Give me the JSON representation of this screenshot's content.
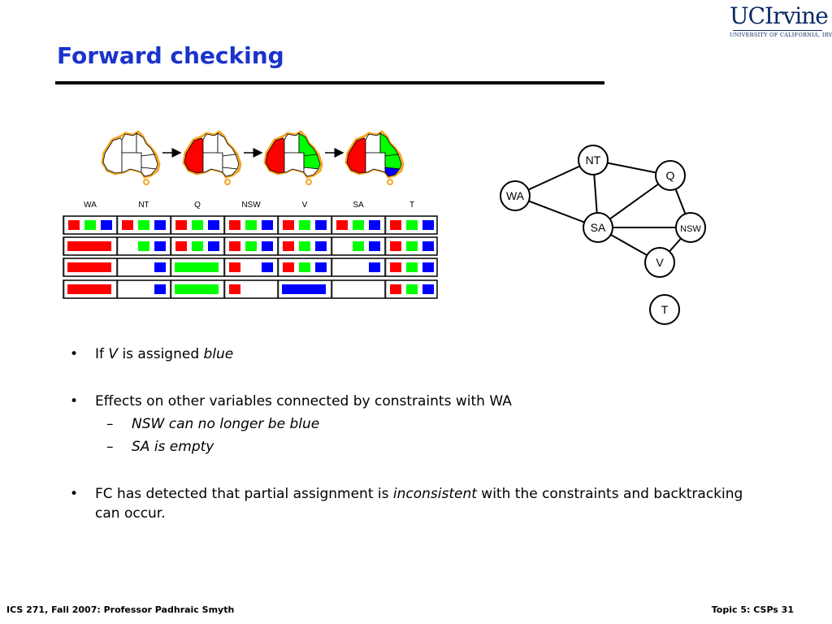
{
  "slide": {
    "title": "Forward checking",
    "logo": {
      "main": "UCIrvine",
      "sub": "UNIVERSITY OF CALIFORNIA, IRVINE"
    }
  },
  "domain_table": {
    "columns": [
      "WA",
      "NT",
      "Q",
      "NSW",
      "V",
      "SA",
      "T"
    ],
    "rows": [
      [
        [
          "red",
          "green",
          "blue"
        ],
        [
          "red",
          "green",
          "blue"
        ],
        [
          "red",
          "green",
          "blue"
        ],
        [
          "red",
          "green",
          "blue"
        ],
        [
          "red",
          "green",
          "blue"
        ],
        [
          "red",
          "green",
          "blue"
        ],
        [
          "red",
          "green",
          "blue"
        ]
      ],
      [
        [
          "red"
        ],
        [
          "green",
          "blue"
        ],
        [
          "red",
          "green",
          "blue"
        ],
        [
          "red",
          "green",
          "blue"
        ],
        [
          "red",
          "green",
          "blue"
        ],
        [
          "green",
          "blue"
        ],
        [
          "red",
          "green",
          "blue"
        ]
      ],
      [
        [
          "red"
        ],
        [
          "blue"
        ],
        [
          "green"
        ],
        [
          "red",
          "blue"
        ],
        [
          "red",
          "green",
          "blue"
        ],
        [
          "blue"
        ],
        [
          "red",
          "green",
          "blue"
        ]
      ],
      [
        [
          "red"
        ],
        [
          "blue"
        ],
        [
          "green"
        ],
        [
          "red"
        ],
        [
          "blue"
        ],
        [],
        [
          "red",
          "green",
          "blue"
        ]
      ]
    ]
  },
  "graph": {
    "nodes": [
      "NT",
      "Q",
      "WA",
      "SA",
      "NSW",
      "V",
      "T"
    ],
    "edges": [
      [
        "NT",
        "Q"
      ],
      [
        "NT",
        "WA"
      ],
      [
        "NT",
        "SA"
      ],
      [
        "WA",
        "SA"
      ],
      [
        "Q",
        "SA"
      ],
      [
        "Q",
        "NSW"
      ],
      [
        "SA",
        "NSW"
      ],
      [
        "SA",
        "V"
      ],
      [
        "NSW",
        "V"
      ]
    ]
  },
  "colors": {
    "red": "#ff0000",
    "green": "#00ff00",
    "blue": "#0000ff",
    "title": "#1a33cc",
    "map_outline": "#f5a623"
  },
  "bullets": {
    "b1": {
      "pre": "If ",
      "var": "V",
      "mid": " is assigned ",
      "val": "blue"
    },
    "b2": {
      "text": "Effects on other variables connected by constraints with WA"
    },
    "sub1": "NSW can no longer be blue",
    "sub2": "SA is empty",
    "b3": {
      "pre": "FC has detected that partial assignment is ",
      "em": "inconsistent",
      "post": " with the constraints and backtracking can occur."
    }
  },
  "footer": {
    "left": "ICS 271, Fall 2007: Professor Padhraic Smyth",
    "right": "Topic 5: CSPs 31"
  }
}
